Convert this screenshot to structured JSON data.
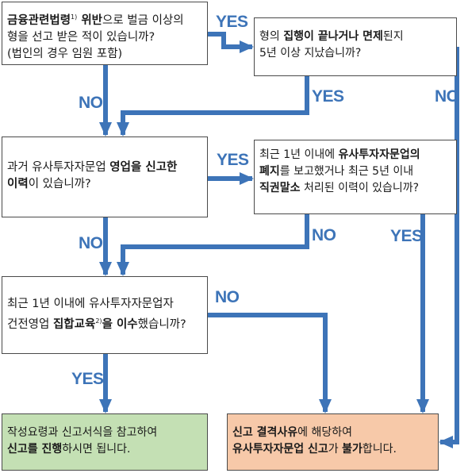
{
  "flowchart": {
    "q1": {
      "t1": "금융관련법령",
      "sup": "1)",
      "t2": " 위반",
      "t3": "으로 벌금 이상의",
      "line2": "형을 선고 받은 적이 있습니까?",
      "line3": "(법인의 경우 임원 포함)"
    },
    "q2": {
      "t1": "형의 ",
      "t2": "집행이 끝나거나 면제",
      "t3": "된지",
      "line2": "5년 이상 지났습니까?"
    },
    "q3": {
      "t1": "과거 유사투자자문업 ",
      "t2": "영업을 신고한",
      "t3": "이력",
      "t4": "이 있습니까?"
    },
    "q4": {
      "t1": "최근 1년 이내에 ",
      "t2": "유사투자자문업의",
      "t3": "폐지",
      "t4": "를 보고했거나 최근 5년 이내",
      "t5": "직권말소",
      "t6": " 처리된 이력이 있습니까?"
    },
    "q5": {
      "line1": "최근 1년 이내에 유사투자자문업자",
      "t1": "건전영업 ",
      "t2": "집합교육",
      "sup": "2)",
      "t3": "을 이수",
      "t4": "했습니까?"
    },
    "ok": {
      "line1": "작성요령과 신고서식을 참고하여",
      "t1": "신고를 진행",
      "t2": "하시면 됩니다."
    },
    "ng": {
      "t1": "신고 결격사유",
      "t2": "에 해당하여",
      "t3": "유사투자자문업 신고",
      "t4": "가 ",
      "t5": "불가",
      "t6": "합니다."
    },
    "labels": {
      "yes": "YES",
      "no": "NO"
    },
    "colors": {
      "arrow": "#3d74b8",
      "label": "#3d74b8",
      "ok_fill": "#c4e0b4",
      "ng_fill": "#f7c9a9",
      "border": "#4a4a4a"
    }
  }
}
